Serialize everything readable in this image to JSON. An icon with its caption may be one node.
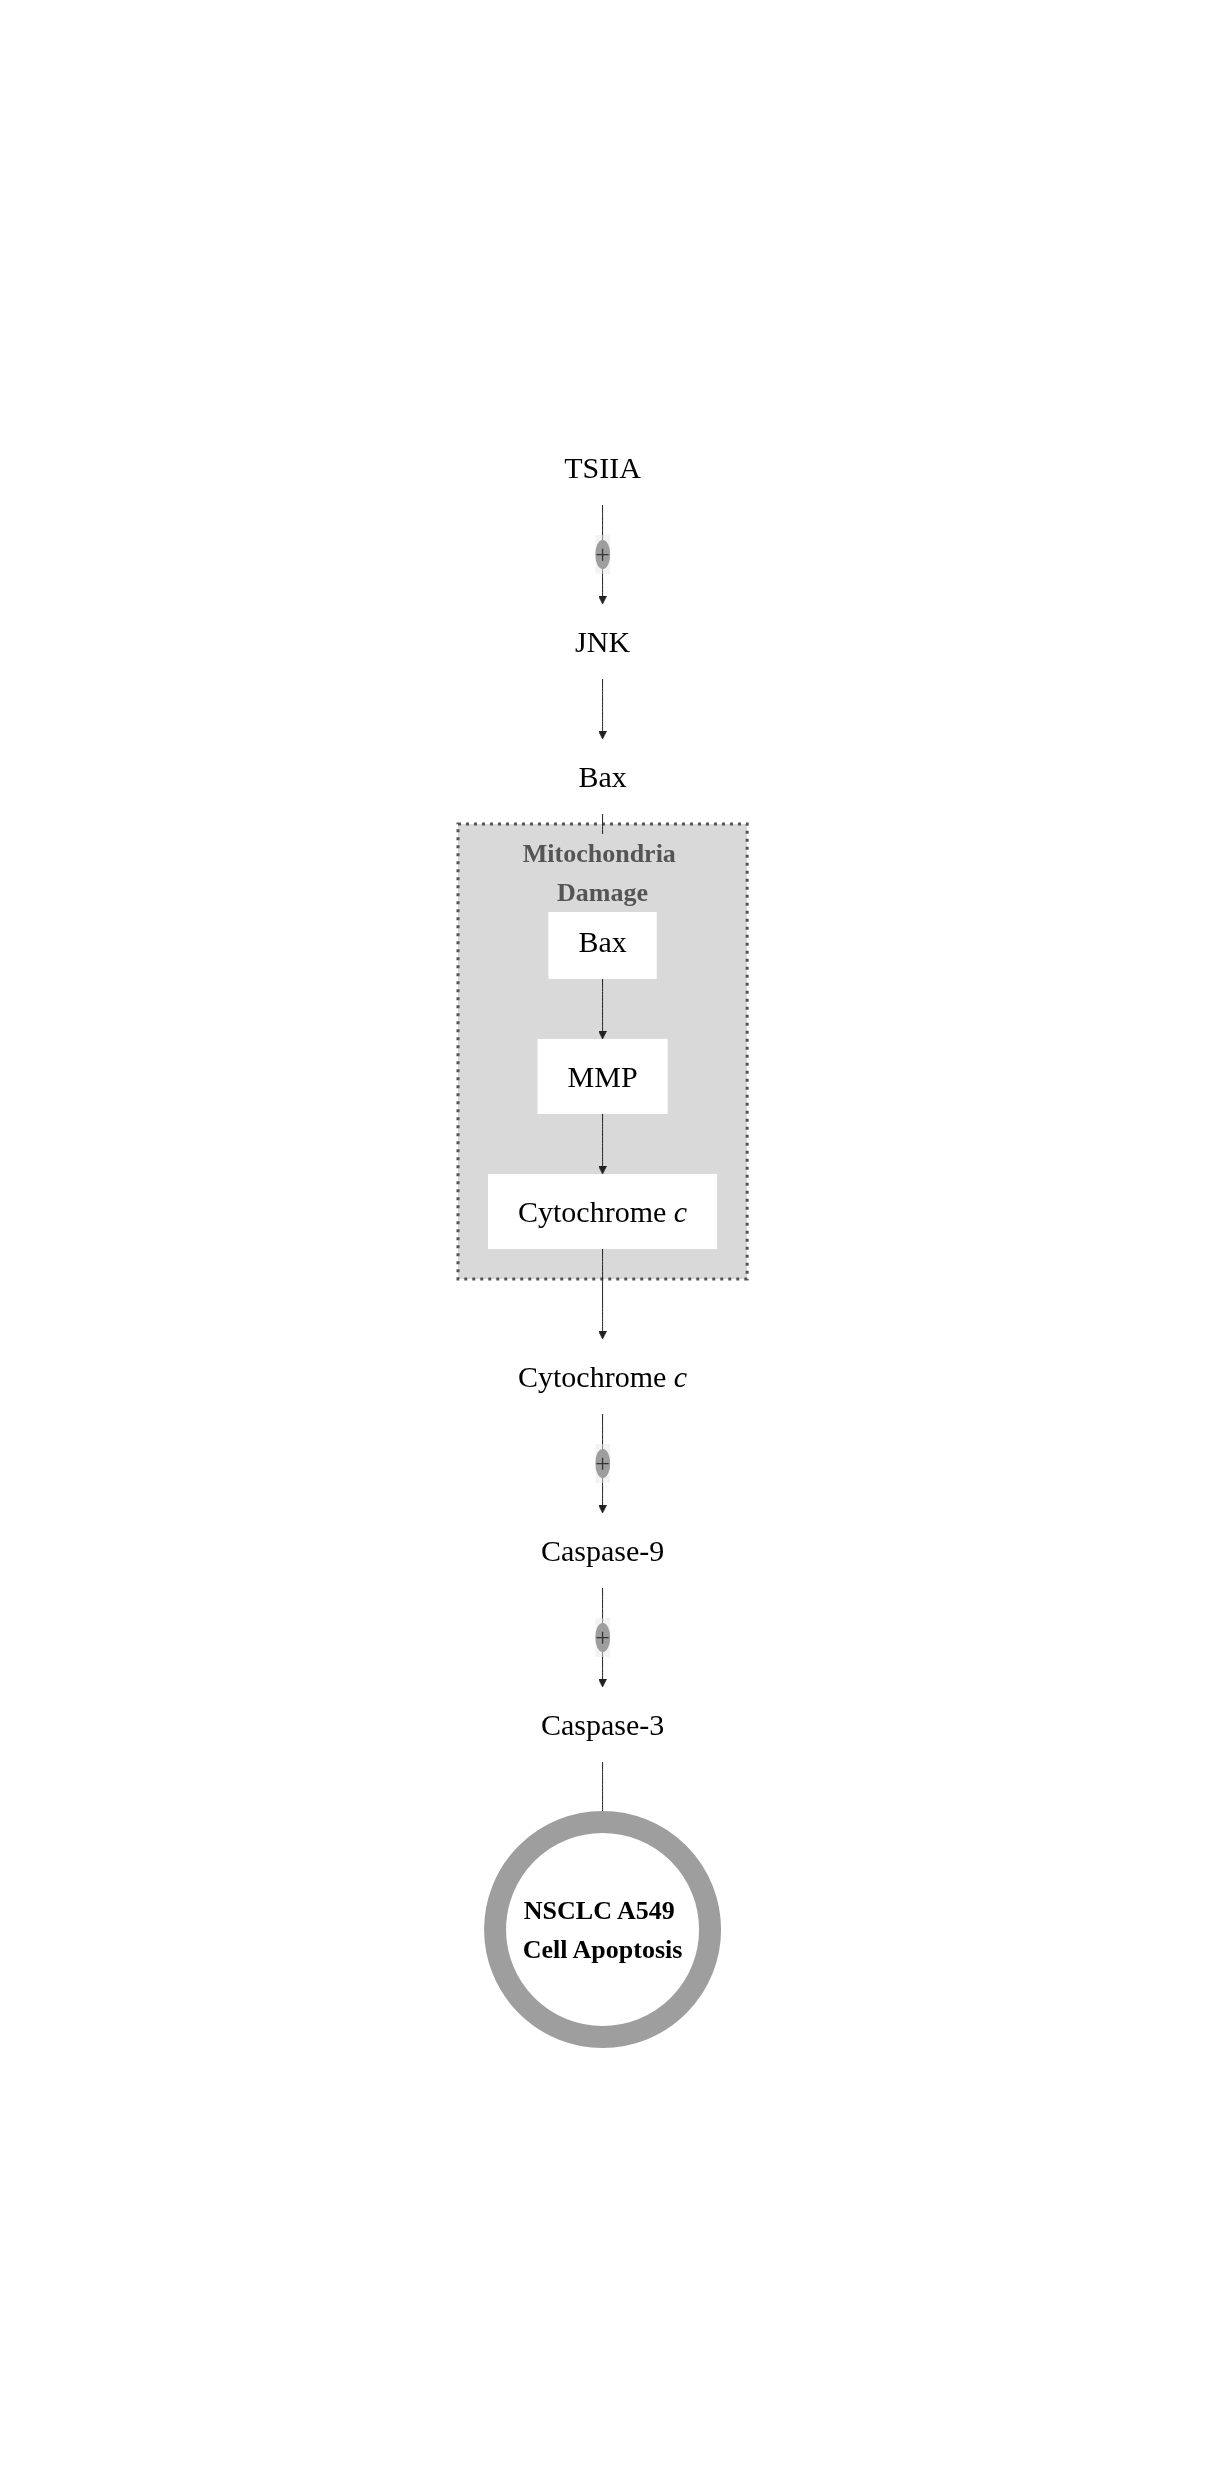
{
  "diagram": {
    "nodes": [
      {
        "text": [
          "TSIIA"
        ]
      },
      {
        "text": [
          "JNK"
        ]
      },
      {
        "text": [
          "Bax"
        ]
      },
      {
        "text": [
          "Mitochondria Damage"
        ]
      },
      {
        "text": [
          "Bax"
        ],
        "in": 3
      },
      {
        "text": [
          "MMP"
        ],
        "in": 3
      },
      {
        "text": [
          "Cytochrome *c*"
        ],
        "in": 3
      },
      {
        "text": [
          "Cytochrome *c*"
        ]
      },
      {
        "text": [
          "Caspase-9"
        ]
      },
      {
        "text": [
          "Caspase-3"
        ]
      },
      {
        "text": [
          "NSCLC A549 Cell Apoptosis"
        ]
      }
    ],
    "edges": [
      {
        "from": 0,
        "to": 1,
        "arrow": "to",
        "label": "+"
      },
      {
        "from": 1,
        "to": 2,
        "arrow": "to"
      },
      {
        "from": 2,
        "to": 4,
        "arrow": "to"
      },
      {
        "from": 4,
        "to": 5,
        "arrow": "to"
      },
      {
        "from": 5,
        "to": 6,
        "arrow": "to"
      },
      {
        "from": 6,
        "to": 7,
        "arrow": "to"
      },
      {
        "from": 7,
        "to": 8,
        "arrow": "to",
        "label": "+"
      },
      {
        "from": 8,
        "to": 9,
        "arrow": "to",
        "label": "+"
      },
      {
        "from": 9,
        "to": 10,
        "arrow": "to"
      }
    ]
  }
}
